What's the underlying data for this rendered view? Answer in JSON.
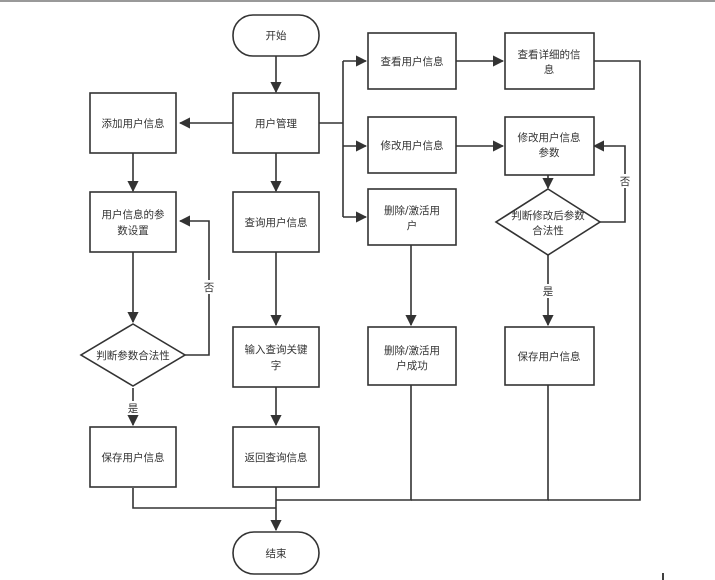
{
  "diagram": {
    "nodes": {
      "start": "开始",
      "user_mgmt": "用户管理",
      "add_user": "添加用户信息",
      "param_setting_l1": "用户信息的参",
      "param_setting_l2": "数设置",
      "judge_params": "判断参数合法性",
      "save_left": "保存用户信息",
      "query_user": "查询用户信息",
      "input_keyword_l1": "输入查询关键",
      "input_keyword_l2": "字",
      "return_query": "返回查询信息",
      "view_user": "查看用户信息",
      "modify_user": "修改用户信息",
      "delete_activate_l1": "删除/激活用",
      "delete_activate_l2": "户",
      "delete_success_l1": "删除/激活用",
      "delete_success_l2": "户成功",
      "view_detail_l1": "查看详细的信",
      "view_detail_l2": "息",
      "modify_params_l1": "修改用户信息",
      "modify_params_l2": "参数",
      "judge_modified_l1": "判断修改后参数",
      "judge_modified_l2": "合法性",
      "save_right": "保存用户信息",
      "end": "结束"
    },
    "edge_labels": {
      "no_left": "否",
      "yes_left": "是",
      "no_right": "否",
      "yes_right": "是"
    }
  }
}
